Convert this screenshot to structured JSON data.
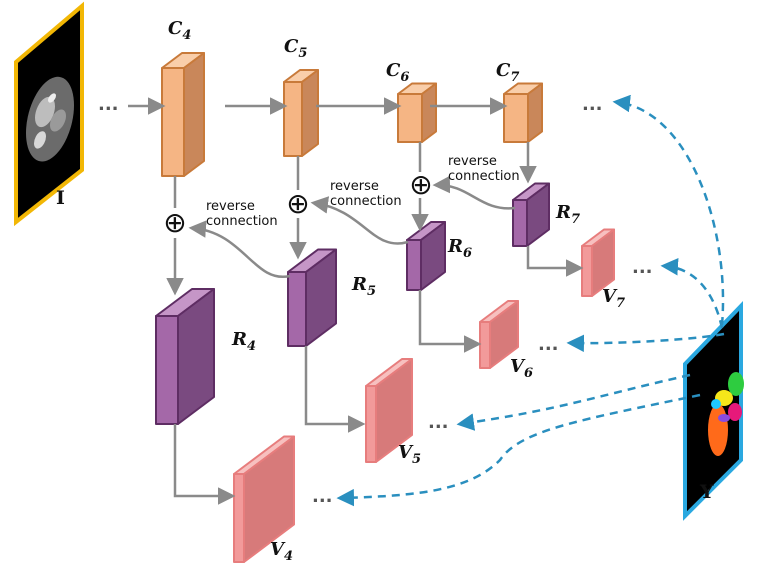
{
  "input_image": {
    "label": "I"
  },
  "target_image": {
    "label": "Y"
  },
  "conv_blocks": [
    {
      "letter": "C",
      "sub": "4"
    },
    {
      "letter": "C",
      "sub": "5"
    },
    {
      "letter": "C",
      "sub": "6"
    },
    {
      "letter": "C",
      "sub": "7"
    }
  ],
  "reverse_blocks": [
    {
      "letter": "R",
      "sub": "4"
    },
    {
      "letter": "R",
      "sub": "5"
    },
    {
      "letter": "R",
      "sub": "6"
    },
    {
      "letter": "R",
      "sub": "7"
    }
  ],
  "output_blocks": [
    {
      "letter": "V",
      "sub": "4"
    },
    {
      "letter": "V",
      "sub": "5"
    },
    {
      "letter": "V",
      "sub": "6"
    },
    {
      "letter": "V",
      "sub": "7"
    }
  ],
  "reverse_connection_labels": [
    {
      "line1": "reverse",
      "line2": "connection"
    },
    {
      "line1": "reverse",
      "line2": "connection"
    },
    {
      "line1": "reverse",
      "line2": "connection"
    }
  ],
  "ellipsis": "...",
  "plus_symbol": "⊕",
  "colors": {
    "conv_front": "#f5b584",
    "conv_top": "#f9ceaa",
    "conv_side": "#c9875a",
    "conv_edge": "#c87a3a",
    "rev_front": "#a468a8",
    "rev_top": "#c596c7",
    "rev_side": "#7a4a80",
    "rev_edge": "#5e2d63",
    "out_front": "#f29a9a",
    "out_top": "#f7c0bf",
    "out_side": "#d77a7a",
    "out_edge": "#e77d7d",
    "arrow": "#8a8a8a",
    "dashed": "#2a8fbf",
    "input_frame": "#f2b705",
    "target_frame": "#2aa8e0"
  }
}
